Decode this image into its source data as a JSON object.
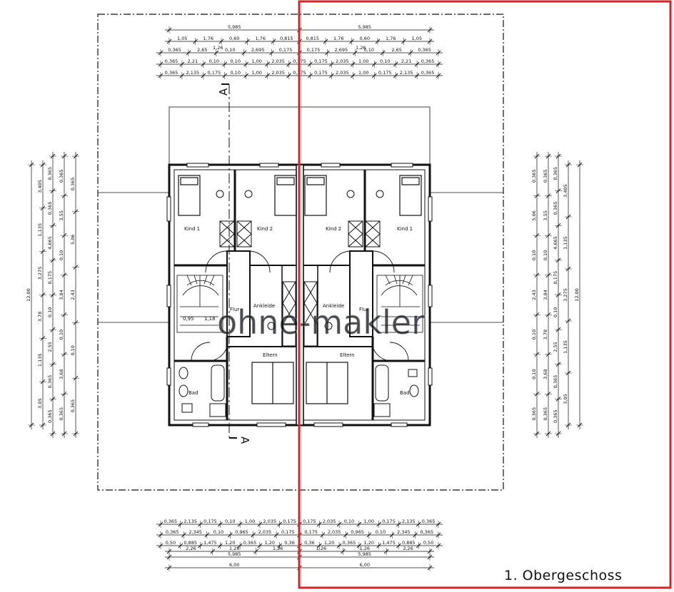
{
  "caption": "1. Obergeschoss",
  "watermark": "ohne-makler",
  "section_marker": "A",
  "colors": {
    "highlight": "#d8232a",
    "lines": "#111111",
    "watermark": "#c9ced6"
  },
  "rooms": {
    "left": {
      "kind1": "Kind 1",
      "kind2": "Kind 2",
      "ankleide": "Ankleide",
      "flur": "Flur",
      "eltern": "Eltern",
      "bad": "Bad"
    },
    "right": {
      "kind1": "Kind 1",
      "kind2": "Kind 2",
      "ankleide": "Ankleide",
      "flur": "Flur",
      "eltern": "Eltern",
      "bad": "Bad"
    }
  },
  "stair_dims": {
    "width": "0,95",
    "offset": "1,18"
  },
  "top_dims": {
    "overall": [
      "5,985",
      "5,985"
    ],
    "row1": [
      "1,05",
      "1,76",
      "0,60",
      "1,76",
      "0,815",
      "0,815",
      "1,76",
      "0,60",
      "1,76",
      "1,05"
    ],
    "row1_sub": [
      "1,26",
      "1,26"
    ],
    "row2": [
      "0,365",
      "2,65",
      "0,10",
      "2,695",
      "0,175",
      "0,175",
      "2,695",
      "0,10",
      "2,65",
      "0,365"
    ],
    "row3": [
      "0,365",
      "2,21",
      "0,10",
      "0,10",
      "1,00",
      "2,035",
      "0,175",
      "0,175",
      "2,035",
      "1,00",
      "0,10",
      "2,21",
      "0,365"
    ],
    "row4": [
      "0,365",
      "2,135",
      "0,175",
      "0,10",
      "1,00",
      "2,035",
      "0,175",
      "0,175",
      "2,035",
      "1,00",
      "0,175",
      "2,135",
      "0,365"
    ]
  },
  "bottom_dims": {
    "row1": [
      "0,365",
      "2,135",
      "0,175",
      "0,10",
      "1,00",
      "2,035",
      "0,175",
      "0,175",
      "2,035",
      "0,10",
      "1,00",
      "0,175",
      "2,135",
      "0,365"
    ],
    "row2": [
      "0,365",
      "2,345",
      "0,10",
      "0,965",
      "2,035",
      "0,175",
      "0,175",
      "2,035",
      "0,965",
      "0,10",
      "2,345",
      "0,365"
    ],
    "row3": [
      "0,50",
      "0,885",
      "1,475",
      "1,20",
      "0,365",
      "1,20",
      "0,36",
      "0,36",
      "1,20",
      "0,365",
      "1,20",
      "1,475",
      "0,885",
      "0,50"
    ],
    "row4": [
      "2,26",
      "1,26",
      "1,26",
      "1,26",
      "1,26",
      "2,26"
    ],
    "overall": [
      "5,985",
      "5,985"
    ],
    "total": [
      "6,00",
      "6,00"
    ]
  },
  "left_dims": {
    "total": "12,00",
    "col1": [
      "3,405",
      "1,135",
      "3,275",
      "3,78",
      "1,135",
      "3,05"
    ],
    "col2": [
      "0,365",
      "0,365",
      "4,665",
      "0,175",
      "0,10",
      "2,55",
      "0,365",
      "0,365"
    ],
    "col3": [
      "0,365",
      "3,55",
      "0,10",
      "3,84",
      "0,10",
      "3,68",
      "0,365"
    ],
    "col4": [
      "0,365",
      "5,06",
      "2,43",
      "0,10",
      "0,365"
    ]
  },
  "right_dims": {
    "total": "12,00",
    "col1": [
      "3,405",
      "1,135",
      "3,275",
      "1,135",
      "3,05"
    ],
    "col2": [
      "0,365",
      "0,365",
      "4,665",
      "0,175",
      "0,10",
      "2,55",
      "0,365",
      "0,365"
    ],
    "col3": [
      "0,365",
      "3,55",
      "0,10",
      "3,84",
      "3,78",
      "3,68",
      "0,365"
    ],
    "col4": [
      "0,365",
      "5,06",
      "0,10",
      "2,43",
      "0,10",
      "0,10",
      "0,365"
    ]
  }
}
